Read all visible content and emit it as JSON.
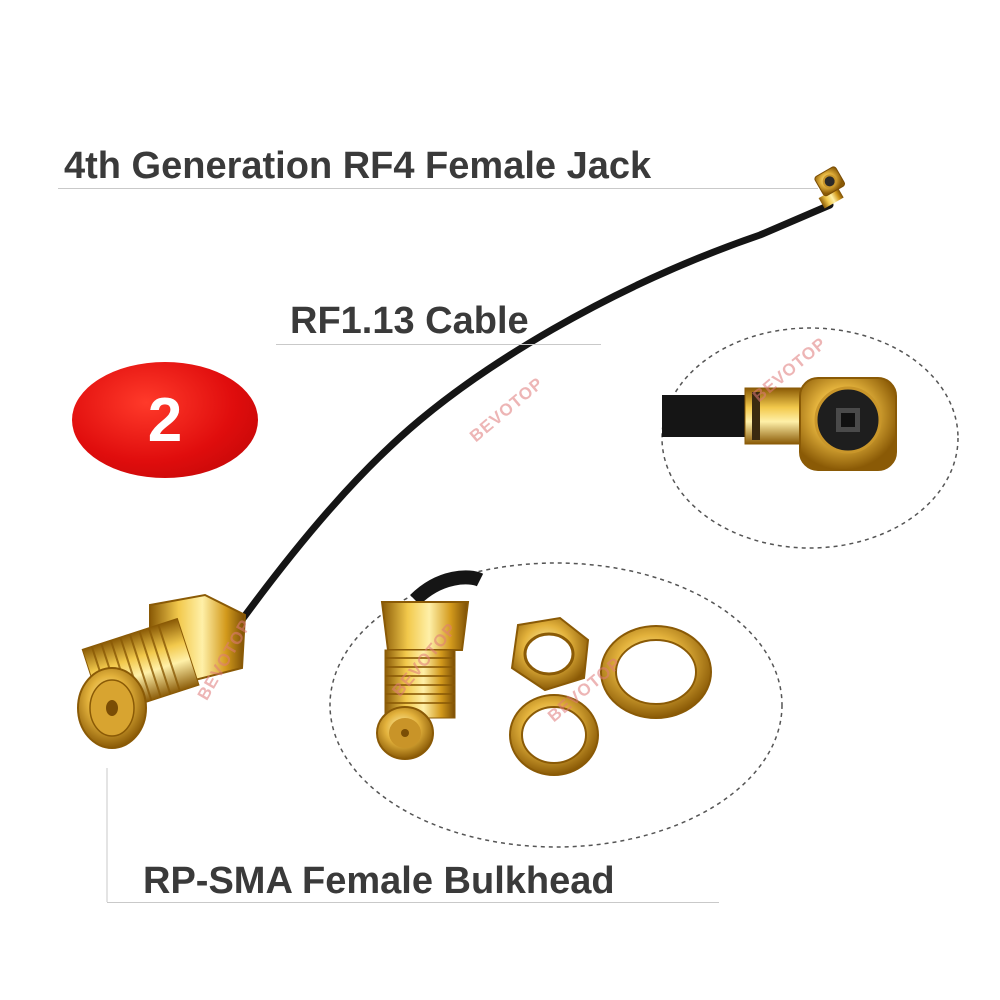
{
  "labels": {
    "jack": "4th Generation RF4 Female Jack",
    "cable": "RF1.13 Cable",
    "bulkhead": "RP-SMA Female Bulkhead"
  },
  "badge": {
    "number": "2",
    "color": "#e60f0f"
  },
  "watermark": "BEVOTOP",
  "colors": {
    "gold": "#d4a017",
    "cable": "#151515",
    "text": "#3a3a3a"
  }
}
